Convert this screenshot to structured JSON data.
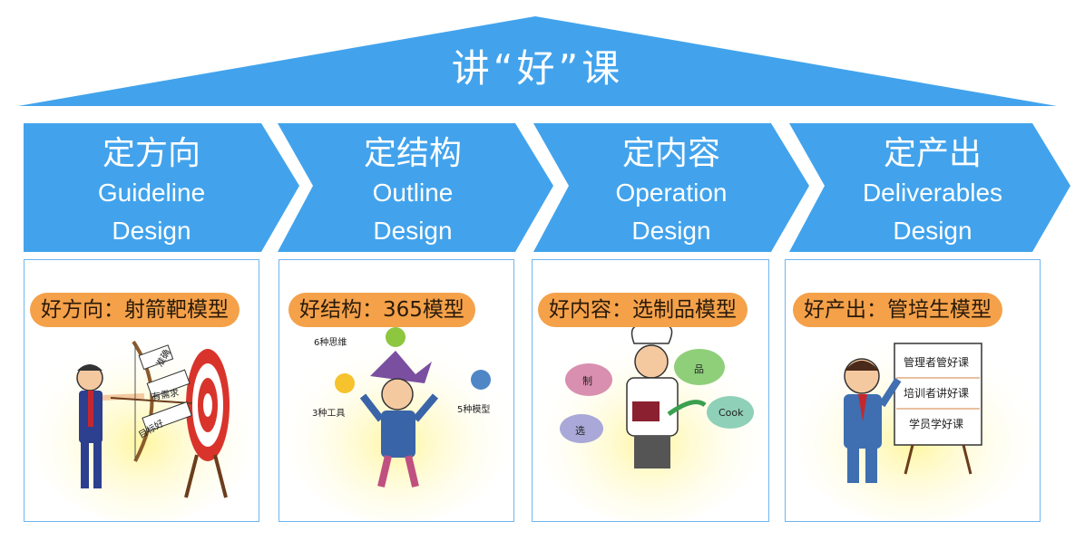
{
  "roof": {
    "title": "讲“好”课",
    "color": "#42a3ec"
  },
  "stages": [
    {
      "cn": "定方向",
      "en1": "Guideline",
      "en2": "Design",
      "model": "好方向：射箭靶模型",
      "target_labels": [
        "准确",
        "有需求",
        "目标好"
      ]
    },
    {
      "cn": "定结构",
      "en1": "Outline",
      "en2": "Design",
      "model": "好结构：365模型",
      "bubbles": [
        "6种思维",
        "3种工具",
        "5种模型"
      ]
    },
    {
      "cn": "定内容",
      "en1": "Operation",
      "en2": "Design",
      "model": "好内容：选制品模型",
      "clouds": [
        "制",
        "选",
        "品",
        "Cook"
      ]
    },
    {
      "cn": "定产出",
      "en1": "Deliverables",
      "en2": "Design",
      "model": "好产出：管培生模型",
      "board_items": [
        "管理者管好课",
        "培训者讲好课",
        "学员学好课"
      ]
    }
  ],
  "colors": {
    "arrow": "#42a3ec",
    "panel_border": "#6fb6f0",
    "label": "#f4a14a"
  }
}
